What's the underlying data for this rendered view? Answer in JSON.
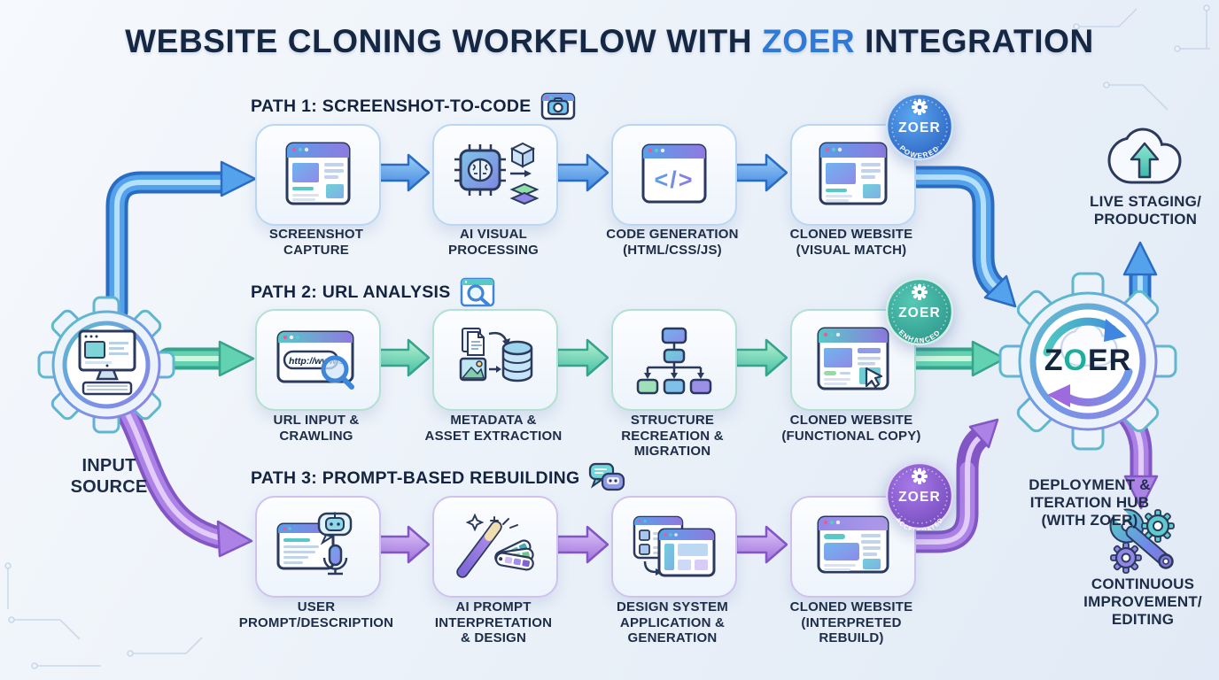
{
  "title": {
    "prefix": "WEBSITE CLONING WORKFLOW WITH",
    "brand": "ZOER",
    "suffix": "INTEGRATION"
  },
  "colors": {
    "path1_accent": "#3b8ce6",
    "path2_accent": "#48c2a8",
    "path3_accent": "#a678e0",
    "brand_blue": "#2e7ad6",
    "navy": "#152743"
  },
  "input_source": {
    "label": "INPUT\nSOURCE",
    "icon": "gear-desktop-computer-icon"
  },
  "paths": [
    {
      "name": "path-1",
      "header": "PATH 1: SCREENSHOT-TO-CODE",
      "header_icon": "screenshot-camera-icon",
      "nodes": [
        {
          "label": "SCREENSHOT\nCAPTURE",
          "icon": "browser-window-icon"
        },
        {
          "label": "AI VISUAL\nPROCESSING",
          "icon": "ai-chip-brain-icon"
        },
        {
          "label": "CODE GENERATION\n(HTML/CSS/JS)",
          "icon": "code-window-icon",
          "code_glyph": "</>"
        },
        {
          "label": "CLONED WEBSITE\n(VISUAL MATCH)",
          "icon": "cloned-site-icon",
          "badge": {
            "brand": "ZOER",
            "sub": "POWERED",
            "color": "#2f6fd0"
          }
        }
      ]
    },
    {
      "name": "path-2",
      "header": "PATH 2: URL ANALYSIS",
      "header_icon": "url-search-icon",
      "nodes": [
        {
          "label": "URL INPUT &\nCRAWLING",
          "icon": "url-bar-magnifier-icon",
          "url_text": "http://www.s"
        },
        {
          "label": "METADATA &\nASSET EXTRACTION",
          "icon": "assets-database-icon"
        },
        {
          "label": "STRUCTURE\nRECREATION &\nMIGRATION",
          "icon": "sitemap-icon"
        },
        {
          "label": "CLONED WEBSITE\n(FUNCTIONAL COPY)",
          "icon": "cloned-site-cursor-icon",
          "badge": {
            "brand": "ZOER",
            "sub": "ENHANCED",
            "color": "#2f9c8e"
          }
        }
      ]
    },
    {
      "name": "path-3",
      "header": "PATH 3: PROMPT-BASED REBUILDING",
      "header_icon": "chat-bubbles-robot-icon",
      "nodes": [
        {
          "label": "USER\nPROMPT/DESCRIPTION",
          "icon": "prompt-robot-mic-icon"
        },
        {
          "label": "AI PROMPT\nINTERPRETATION\n& DESIGN",
          "icon": "magic-wand-swatches-icon"
        },
        {
          "label": "DESIGN SYSTEM\nAPPLICATION &\nGENERATION",
          "icon": "design-system-windows-icon"
        },
        {
          "label": "CLONED WEBSITE\n(INTERPRETED REBUILD)",
          "icon": "cloned-site-purple-icon",
          "badge": {
            "brand": "ZOER",
            "sub": "ACCELERATED",
            "color": "#7a4fc0"
          }
        }
      ]
    }
  ],
  "hub": {
    "brand_z": "Z",
    "brand_o": "O",
    "brand_er": "ER",
    "label": "DEPLOYMENT &\nITERATION HUB\n(WITH ZOER)",
    "icon": "gear-sync-arrows-icon"
  },
  "outputs": {
    "staging": {
      "label": "LIVE STAGING/\nPRODUCTION",
      "icon": "cloud-upload-icon"
    },
    "improvement": {
      "label": "CONTINUOUS\nIMPROVEMENT/\nEDITING",
      "icon": "wrench-gears-icon"
    }
  }
}
